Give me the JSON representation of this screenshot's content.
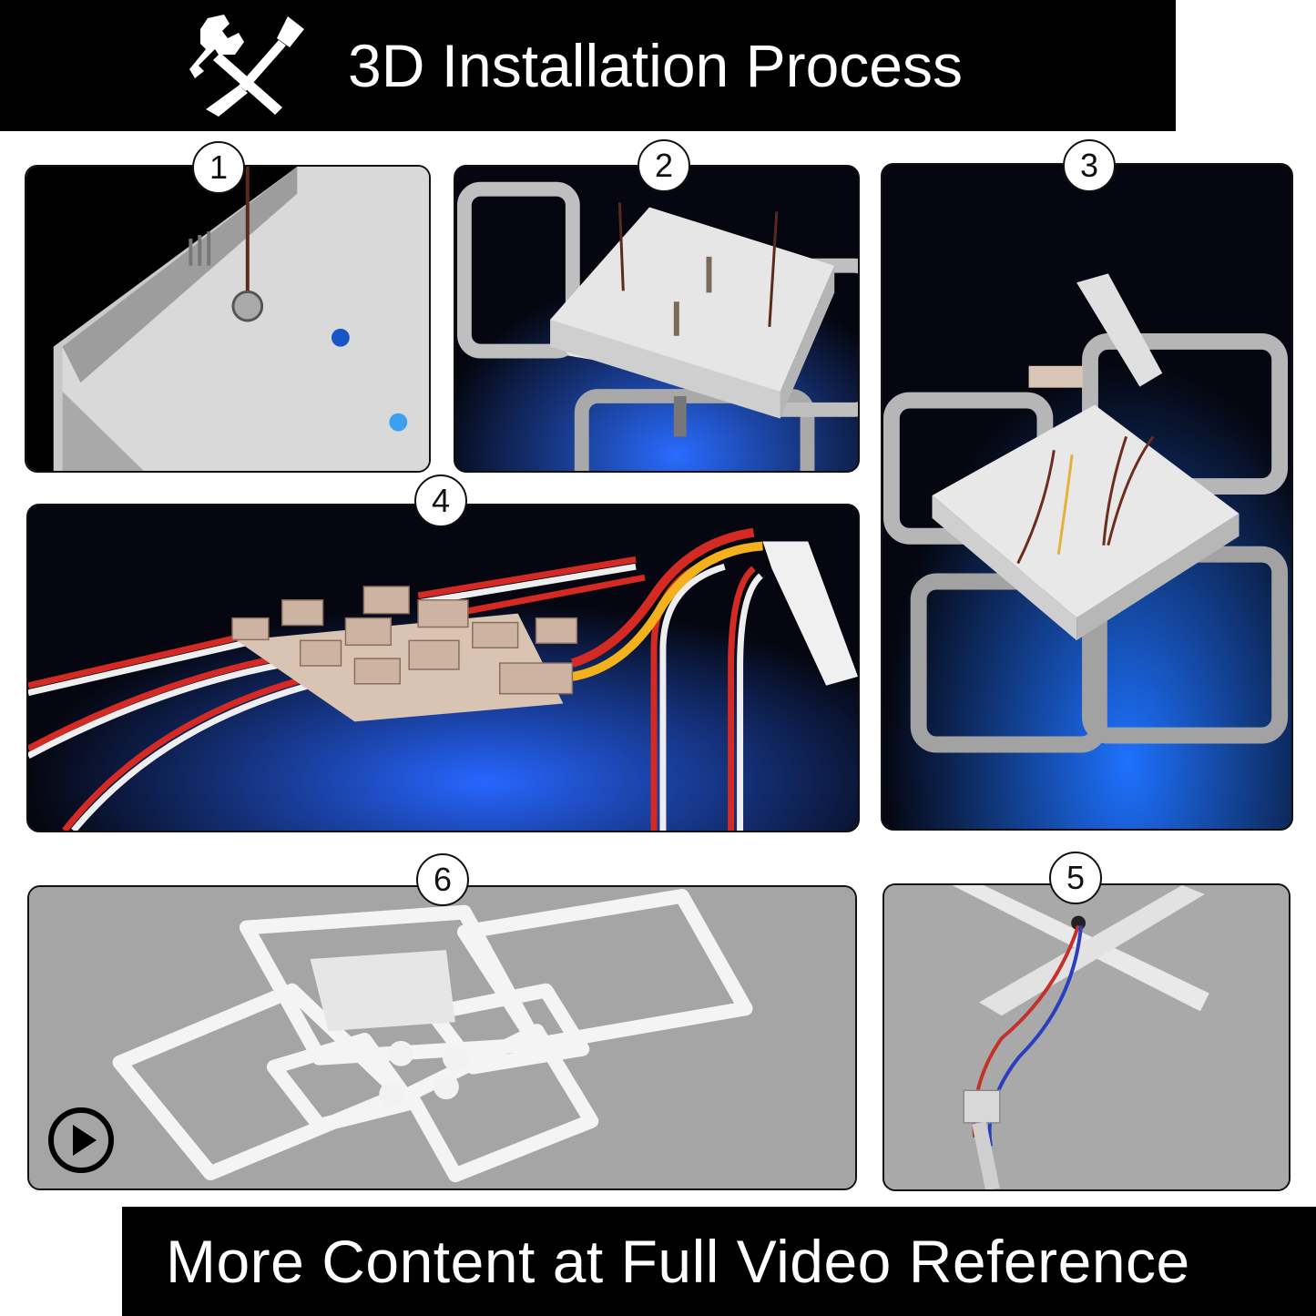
{
  "header": {
    "title": "3D Installation Process",
    "icon": "wrench-screwdriver-icon"
  },
  "steps": [
    {
      "number": "1"
    },
    {
      "number": "2"
    },
    {
      "number": "3"
    },
    {
      "number": "4"
    },
    {
      "number": "5"
    },
    {
      "number": "6"
    }
  ],
  "video": {
    "icon": "play-icon"
  },
  "footer": {
    "caption": "More Content at Full Video Reference"
  },
  "colors": {
    "banner": "#000000",
    "panel_dark": "#05060f",
    "glow": "#1e56ff",
    "wire_red": "#d52a24",
    "wire_yellow": "#f3b21c"
  }
}
